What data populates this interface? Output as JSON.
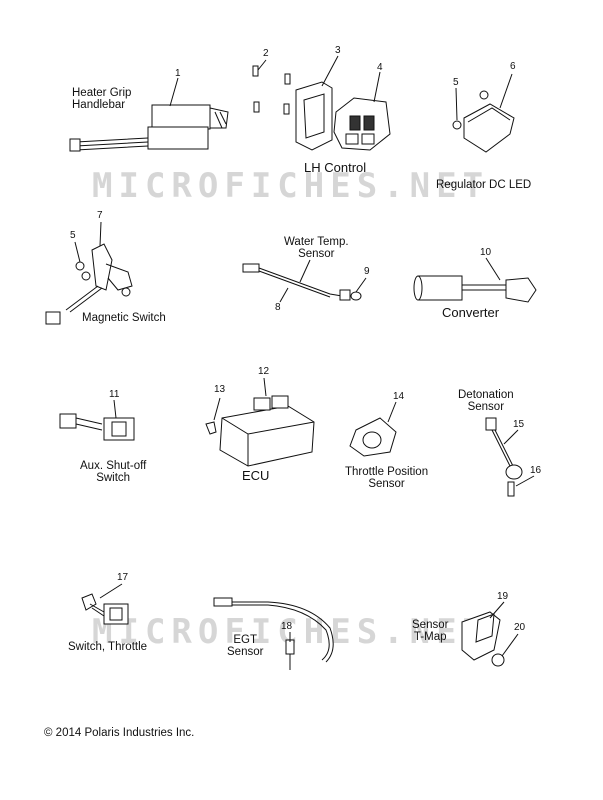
{
  "diagram": {
    "watermark_text": "MICROFICHES.NET",
    "copyright": "© 2014 Polaris Industries Inc.",
    "parts": {
      "heater_grip": {
        "line1": "Heater Grip",
        "line2": "Handlebar"
      },
      "lh_control": "LH Control",
      "regulator": "Regulator DC LED",
      "magnetic_switch": "Magnetic Switch",
      "water_temp": {
        "line1": "Water Temp.",
        "line2": "Sensor"
      },
      "converter": "Converter",
      "aux_switch": {
        "line1": "Aux. Shut-off",
        "line2": "Switch"
      },
      "ecu": "ECU",
      "throttle_position": {
        "line1": "Throttle Position",
        "line2": "Sensor"
      },
      "detonation": {
        "line1": "Detonation",
        "line2": "Sensor"
      },
      "switch_throttle": "Switch, Throttle",
      "egt": {
        "line1": "EGT",
        "line2": "Sensor"
      },
      "tmap": {
        "line1": "Sensor",
        "line2": "T-Map"
      }
    },
    "callouts": [
      "1",
      "2",
      "3",
      "4",
      "5",
      "6",
      "7",
      "5",
      "9",
      "8",
      "10",
      "11",
      "12",
      "13",
      "14",
      "15",
      "16",
      "17",
      "18",
      "19",
      "20"
    ]
  }
}
